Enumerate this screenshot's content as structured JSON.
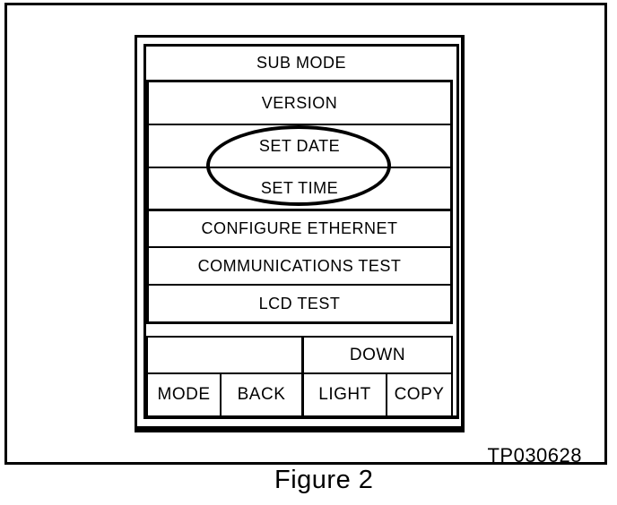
{
  "screen": {
    "title": "SUB MODE",
    "menu_items": [
      "VERSION",
      "SET DATE",
      "SET TIME",
      "CONFIGURE ETHERNET",
      "COMMUNICATIONS TEST",
      "LCD TEST"
    ],
    "highlight": {
      "shape": "ellipse",
      "items": [
        "SET DATE",
        "SET TIME"
      ]
    },
    "nav_row": {
      "down_label": "DOWN"
    },
    "function_keys": [
      "MODE",
      "BACK",
      "LIGHT",
      "COPY"
    ]
  },
  "figure": {
    "ref_code": "TP030628",
    "caption": "Figure 2"
  },
  "colors": {
    "ink": "#000000",
    "paper": "#ffffff"
  }
}
